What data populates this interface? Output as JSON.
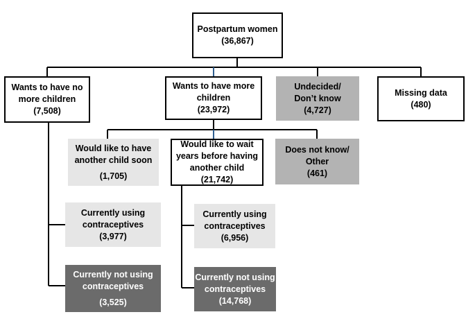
{
  "nodes": {
    "root": {
      "lines": [
        "Postpartum women",
        "(36,867)"
      ]
    },
    "no_more": {
      "lines": [
        "Wants to have no",
        "more children",
        "(7,508)"
      ]
    },
    "more": {
      "lines": [
        "Wants to have more",
        "children",
        "(23,972)"
      ]
    },
    "undecided": {
      "lines": [
        "Undecided/",
        "Don’t know",
        "(4,727)"
      ]
    },
    "missing": {
      "lines": [
        "Missing data",
        "(480)"
      ]
    },
    "soon": {
      "lines": [
        "Would like to have",
        "another child soon",
        "(1,705)"
      ]
    },
    "wait": {
      "lines": [
        "Would like to wait",
        "years before having",
        "another child",
        "(21,742)"
      ]
    },
    "dontknow": {
      "lines": [
        "Does not know/",
        "Other",
        "(461)"
      ]
    },
    "nm_using": {
      "lines": [
        "Currently using",
        "contraceptives",
        "(3,977)"
      ]
    },
    "nm_notusing": {
      "lines": [
        "Currently not using",
        "contraceptives",
        "(3,525)"
      ]
    },
    "wait_using": {
      "lines": [
        "Currently using",
        "contraceptives",
        "(6,956)"
      ]
    },
    "wait_notusing": {
      "lines": [
        "Currently not using",
        "contraceptives",
        "(14,768)"
      ]
    }
  }
}
